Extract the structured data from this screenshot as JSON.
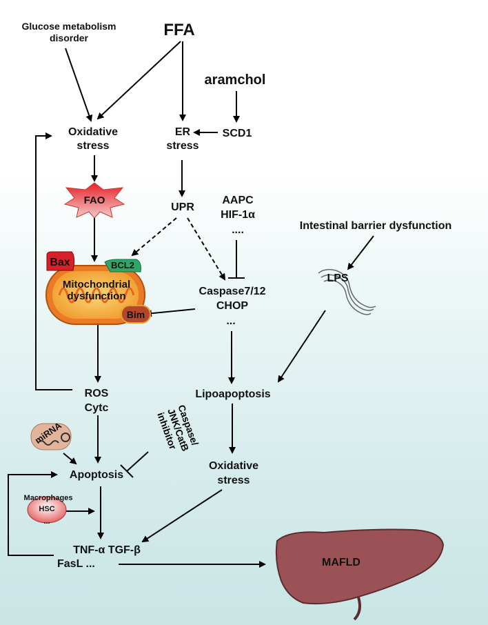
{
  "labels": {
    "glucose": "Glucose metabolism",
    "glucose2": "disorder",
    "ffa": "FFA",
    "aramchol": "aramchol",
    "oxidative_stress_top": "Oxidative",
    "oxidative_stress_top2": "stress",
    "er_stress": "ER",
    "er_stress2": "stress",
    "scd1": "SCD1",
    "fao": "FAO",
    "upr": "UPR",
    "aapc": "AAPC",
    "hif": "HIF-1α",
    "dots_inhib": "....",
    "intestinal": "Intestinal barrier dysfunction",
    "bax": "Bax",
    "bcl2": "BCL2",
    "mito": "Mitochondrial",
    "mito2": "dysfunction",
    "bim": "Bim",
    "caspase": "Caspase7/12",
    "chop": "CHOP",
    "dots_chop": "...",
    "lps": "LPS",
    "ros": "ROS",
    "cytc": "Cytc",
    "lipoapoptosis": "Lipoapoptosis",
    "mirna": "miRNA",
    "casp_inhib1": "Caspase/",
    "casp_inhib2": "JNK/CatB",
    "casp_inhib3": "inhibitor",
    "apoptosis": "Apoptosis",
    "oxidative_stress_bottom": "Oxidative",
    "oxidative_stress_bottom2": "stress",
    "macrophages": "Macrophages",
    "hsc": "HSC",
    "dots_mac": "...",
    "tnf": "TNF-α TGF-β",
    "fasl": "FasL  ...",
    "mafld": "MAFLD"
  },
  "colors": {
    "background_bottom": "#c8e5e4",
    "fao_star_top": "#e8202a",
    "fao_star_bottom": "#f3c0c0",
    "bax": "#d8202a",
    "bcl2": "#2ea86a",
    "mito_outer": "#f07a1c",
    "bim": "#b5452b",
    "liver": "#9a5257",
    "mirna": "#e2b49a",
    "hsc": "#e25050"
  },
  "icons": [
    "fao-star-icon",
    "mitochondrion-icon",
    "bax-protein-icon",
    "bcl2-protein-icon",
    "bim-protein-icon",
    "lps-bacteria-icon",
    "mirna-icon",
    "hsc-cell-icon",
    "liver-icon"
  ]
}
